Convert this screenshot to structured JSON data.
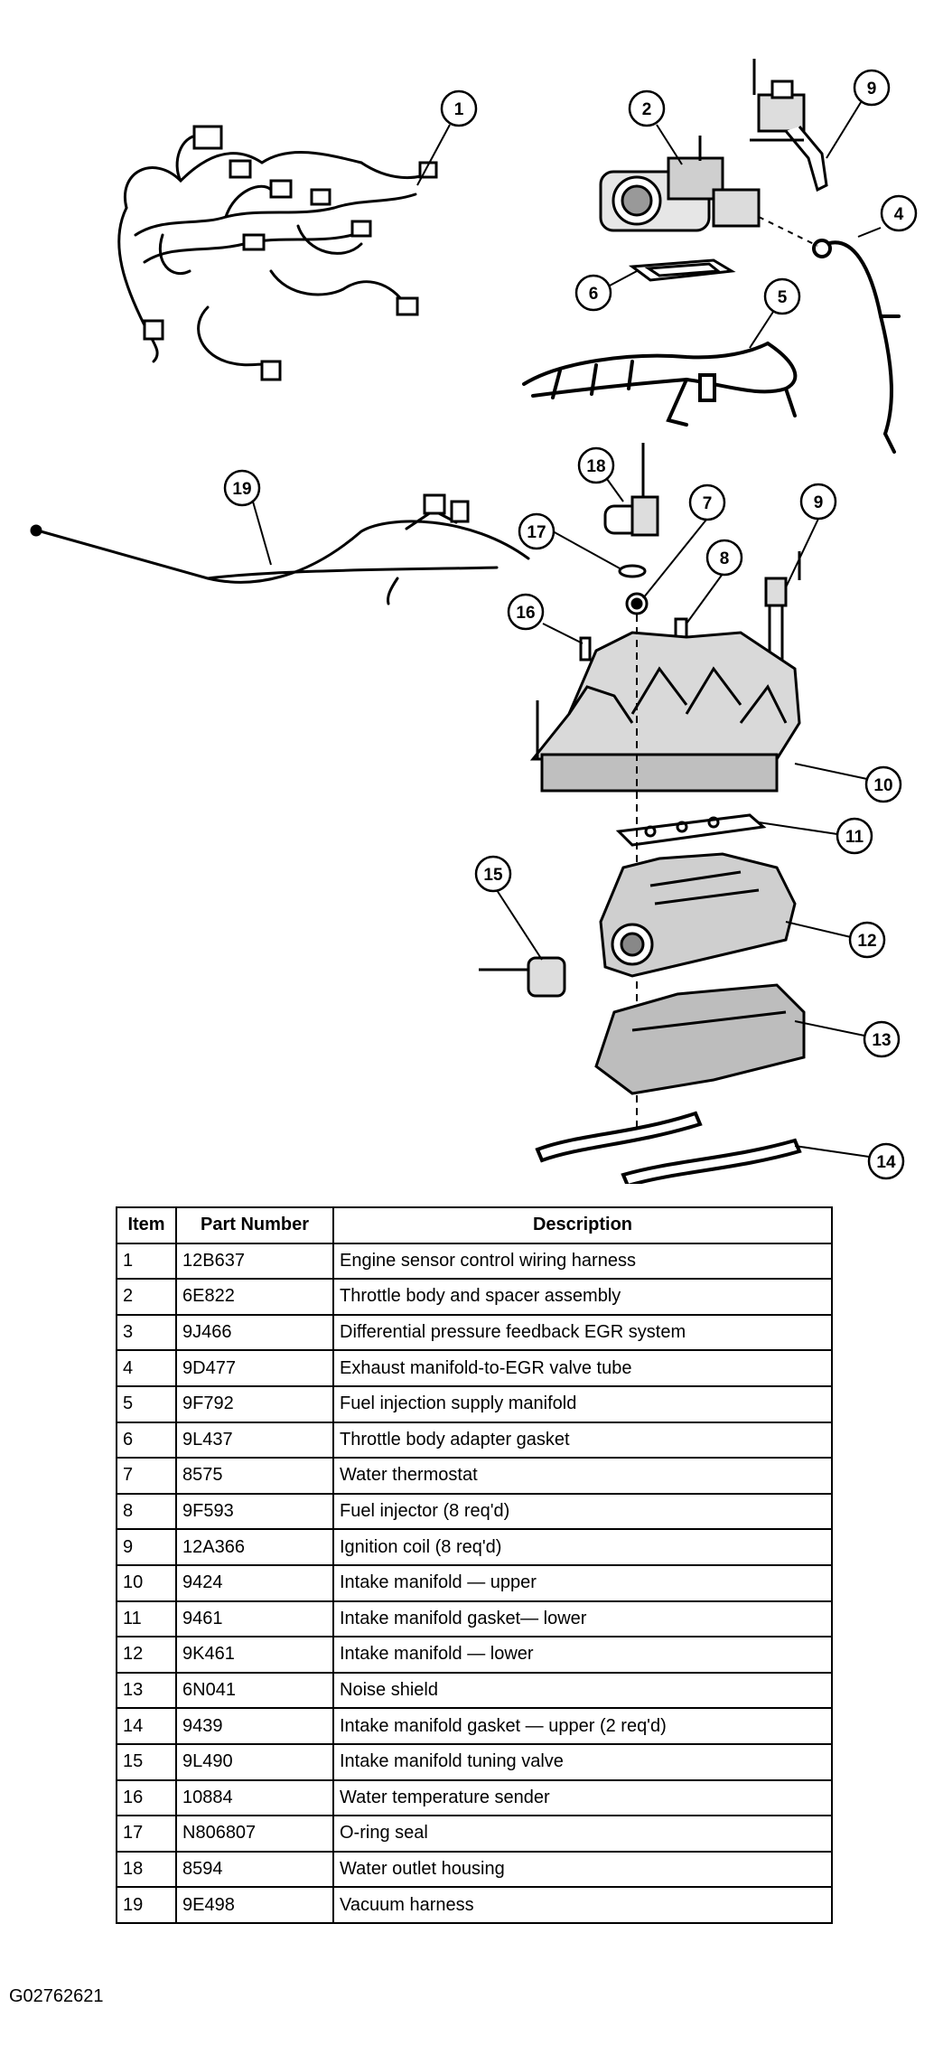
{
  "figure_id": "G02762621",
  "callouts": [
    "1",
    "2",
    "4",
    "5",
    "6",
    "7",
    "8",
    "9",
    "9",
    "10",
    "11",
    "12",
    "13",
    "14",
    "15",
    "16",
    "17",
    "18",
    "19"
  ],
  "table": {
    "headers": [
      "Item",
      "Part Number",
      "Description"
    ],
    "rows": [
      [
        "1",
        "12B637",
        "Engine sensor control wiring harness"
      ],
      [
        "2",
        "6E822",
        "Throttle body and spacer assembly"
      ],
      [
        "3",
        "9J466",
        "Differential pressure feedback EGR system"
      ],
      [
        "4",
        "9D477",
        "Exhaust manifold-to-EGR valve tube"
      ],
      [
        "5",
        "9F792",
        "Fuel injection supply manifold"
      ],
      [
        "6",
        "9L437",
        "Throttle body adapter gasket"
      ],
      [
        "7",
        "8575",
        "Water thermostat"
      ],
      [
        "8",
        "9F593",
        "Fuel injector (8 req'd)"
      ],
      [
        "9",
        "12A366",
        "Ignition coil (8 req'd)"
      ],
      [
        "10",
        "9424",
        "Intake manifold — upper"
      ],
      [
        "11",
        "9461",
        "Intake manifold gasket— lower"
      ],
      [
        "12",
        "9K461",
        "Intake manifold — lower"
      ],
      [
        "13",
        "6N041",
        "Noise shield"
      ],
      [
        "14",
        "9439",
        "Intake manifold gasket — upper (2 req'd)"
      ],
      [
        "15",
        "9L490",
        "Intake manifold tuning valve"
      ],
      [
        "16",
        "10884",
        "Water temperature sender"
      ],
      [
        "17",
        "N806807",
        "O-ring seal"
      ],
      [
        "18",
        "8594",
        "Water outlet housing"
      ],
      [
        "19",
        "9E498",
        "Vacuum harness"
      ]
    ]
  }
}
